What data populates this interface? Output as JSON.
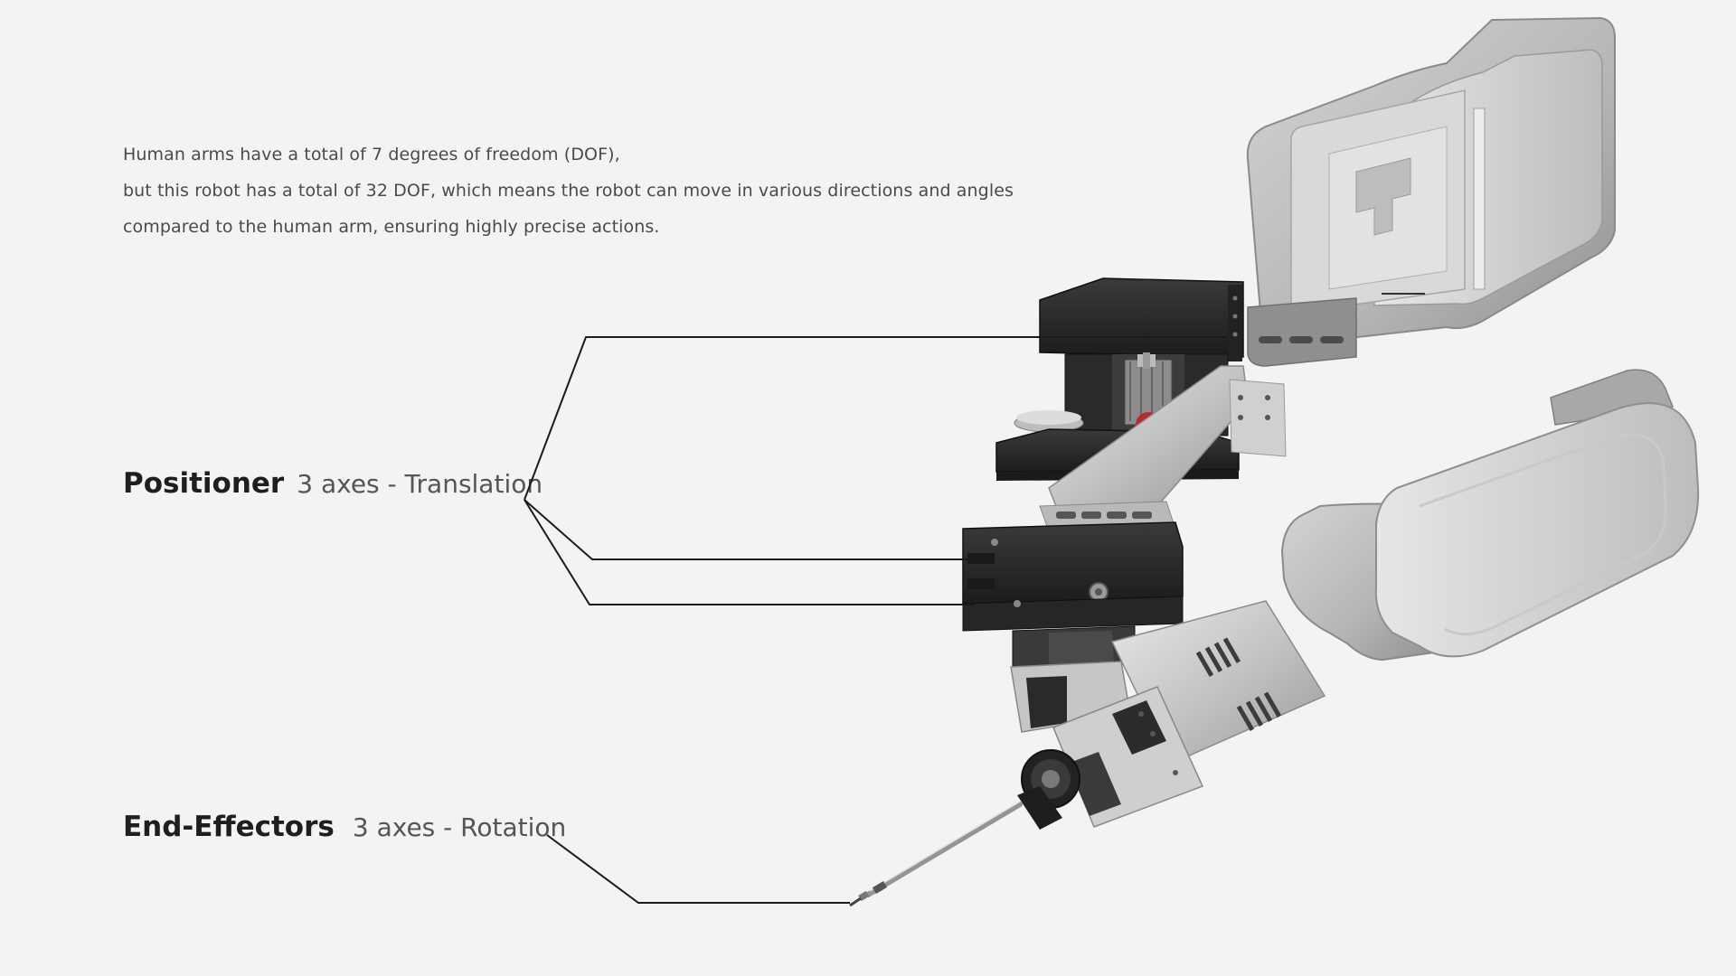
{
  "intro": {
    "lines": [
      "Human arms have a total of 7 degrees of freedom (DOF),",
      "but this robot has a total of 32 DOF, which means the robot can move in various directions and angles",
      "compared to the human arm, ensuring highly precise actions."
    ]
  },
  "callouts": {
    "positioner": {
      "name": "Positioner",
      "description": "3 axes - Translation"
    },
    "end_effectors": {
      "name": "End-Effectors",
      "description": "3 axes - Rotation"
    }
  },
  "colors": {
    "background": "#f3f3f3",
    "leader_line": "#1a1a1a",
    "body_text": "#4a4a4a",
    "heading_text": "#1e1e1e",
    "metal": "#c8c8c8",
    "dark_housing": "#2b2b2b",
    "shell": "#b9b9b9"
  },
  "illustration": {
    "name": "exploded-robot-arm-render"
  }
}
